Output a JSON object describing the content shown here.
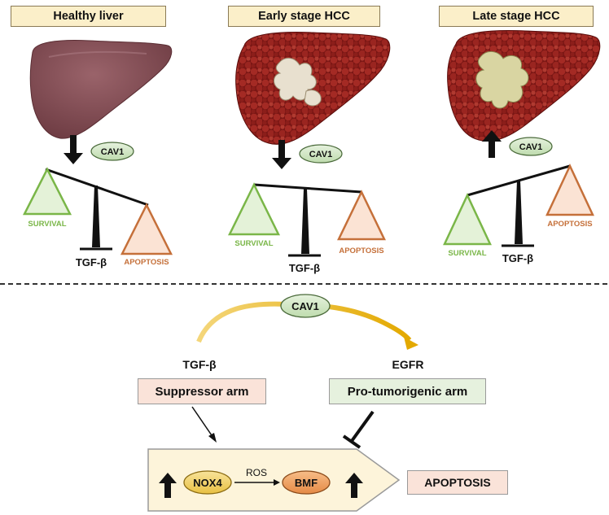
{
  "panels": [
    {
      "title": "Healthy liver",
      "cav1": "CAV1",
      "survival": "SURVIVAL",
      "apoptosis": "APOPTOSIS",
      "tgf": "TGF-β"
    },
    {
      "title": "Early stage HCC",
      "cav1": "CAV1",
      "survival": "SURVIVAL",
      "apoptosis": "APOPTOSIS",
      "tgf": "TGF-β"
    },
    {
      "title": "Late stage HCC",
      "cav1": "CAV1",
      "survival": "SURVIVAL",
      "apoptosis": "APOPTOSIS",
      "tgf": "TGF-β"
    }
  ],
  "mechanism": {
    "cav1": "CAV1",
    "left_label": "TGF-β",
    "right_label": "EGFR",
    "suppressor_arm": "Suppressor arm",
    "protumorigenic_arm": "Pro-tumorigenic arm",
    "nox4": "NOX4",
    "ros": "ROS",
    "bmf": "BMF",
    "apoptosis": "APOPTOSIS"
  },
  "colors": {
    "title_bg": "#fbefc9",
    "survival": "#7ab648",
    "apoptosis": "#c5703a",
    "cav1_oval": "#d6e9cc",
    "curve_arrow": "#e7b300",
    "suppressor_bg": "#fae3d9",
    "protumor_bg": "#e6f1de",
    "nox4": "#f3d36a",
    "bmf": "#f0a060",
    "healthy_liver": "#7d4a50",
    "tumor_liver": "#8e1d1a"
  }
}
